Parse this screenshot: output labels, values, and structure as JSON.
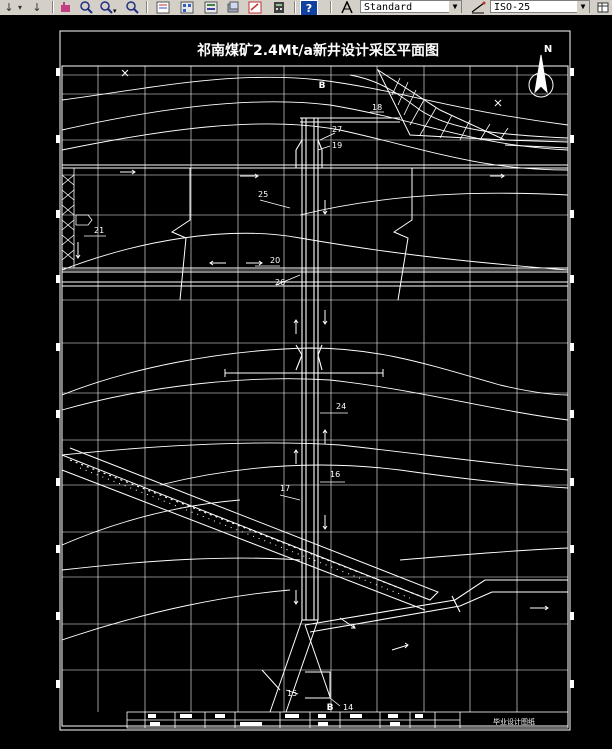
{
  "toolbar": {
    "text_style": "Standard",
    "dim_style": "ISO-25",
    "help_label": "?"
  },
  "drawing": {
    "title": "祁南煤矿2.4Mt/a新井设计采区平面图",
    "north_label": "N",
    "section_marker_top": "B",
    "section_marker_bottom": "B",
    "title_block_right_text": "毕业设计图纸",
    "labels": {
      "l14": "14",
      "l15": "15",
      "l16": "16",
      "l17": "17",
      "l18": "18",
      "l19": "19",
      "l20": "20",
      "l21": "21",
      "l24": "24",
      "l25": "25",
      "l26": "26",
      "l27": "27"
    }
  },
  "colors": {
    "toolbar_bg": "#d4d0c8",
    "canvas_bg": "#000000",
    "line": "#ffffff"
  }
}
